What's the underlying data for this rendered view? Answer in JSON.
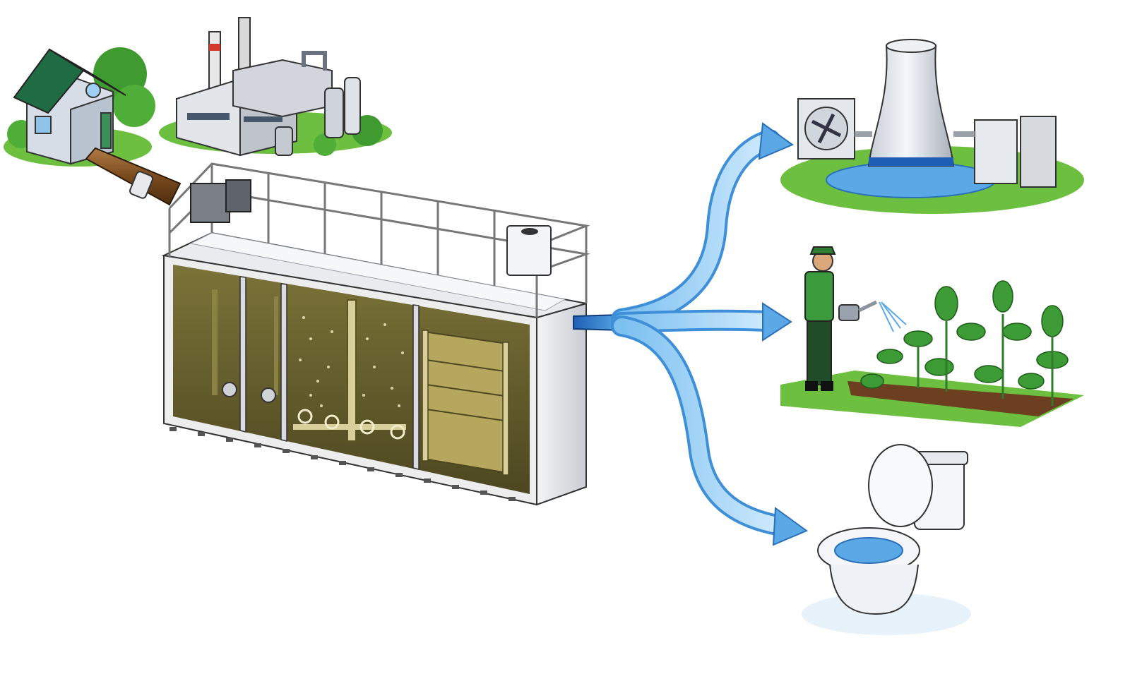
{
  "diagram": {
    "sources": [
      {
        "id": "house",
        "icon": "house-icon"
      },
      {
        "id": "factory",
        "icon": "factory-icon"
      }
    ],
    "treatment_unit": {
      "icon": "wastewater-treatment-tank-icon",
      "chambers": [
        {
          "id": "chamber-1",
          "icon": "settling-chamber-icon"
        },
        {
          "id": "chamber-2",
          "icon": "anoxic-chamber-icon"
        },
        {
          "id": "chamber-3",
          "icon": "aeration-chamber-icon"
        },
        {
          "id": "chamber-4",
          "icon": "membrane-chamber-icon"
        }
      ]
    },
    "outputs": [
      {
        "id": "cooling-tower",
        "icon": "cooling-tower-icon"
      },
      {
        "id": "irrigation",
        "icon": "gardener-watering-plants-icon"
      },
      {
        "id": "toilet-flushing",
        "icon": "toilet-icon"
      }
    ],
    "colors": {
      "sludge": "#6b6433",
      "sludge_dark": "#4d4721",
      "clean_water": "#5aa9e6",
      "water_light": "#bfe3fb",
      "frame": "#e6e8ec",
      "pipe_brown": "#7a4a1e",
      "grass": "#6cbf3f",
      "roof_green": "#2f7d4f"
    }
  }
}
